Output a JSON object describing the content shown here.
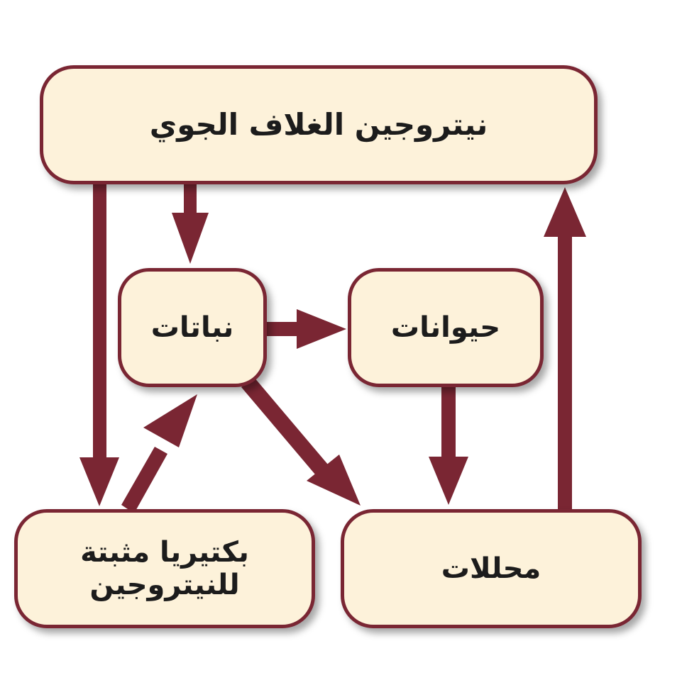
{
  "diagram": {
    "colors": {
      "arrow": "#7a2633",
      "box_fill": "#fdf2da",
      "box_border": "#7a2633",
      "text": "#1c1c1c"
    },
    "nodes": {
      "atmosphere": {
        "label": "نيتروجين الغلاف الجوي"
      },
      "plants": {
        "label": "نباتات"
      },
      "animals": {
        "label": "حيوانات"
      },
      "bacteria": {
        "label": "بكتيريا مثبتة\nللنيتروجين"
      },
      "decomposers": {
        "label": "محللات"
      }
    },
    "edges": [
      {
        "from": "atmosphere",
        "to": "plants"
      },
      {
        "from": "atmosphere",
        "to": "bacteria"
      },
      {
        "from": "bacteria",
        "to": "plants"
      },
      {
        "from": "plants",
        "to": "animals"
      },
      {
        "from": "plants",
        "to": "decomposers"
      },
      {
        "from": "animals",
        "to": "decomposers"
      },
      {
        "from": "decomposers",
        "to": "atmosphere"
      }
    ]
  }
}
